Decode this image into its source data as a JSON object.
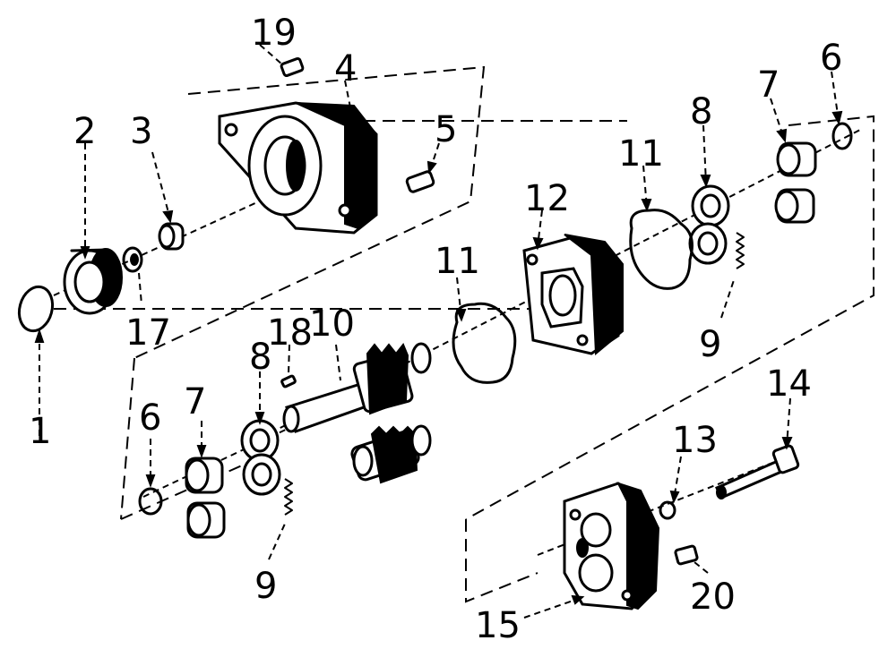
{
  "callouts": {
    "c1": "1",
    "c2": "2",
    "c3": "3",
    "c4": "4",
    "c5": "5",
    "c6a": "6",
    "c6b": "6",
    "c7a": "7",
    "c7b": "7",
    "c8a": "8",
    "c8b": "8",
    "c9a": "9",
    "c9b": "9",
    "c10": "10",
    "c11a": "11",
    "c11b": "11",
    "c12": "12",
    "c13": "13",
    "c14": "14",
    "c15": "15",
    "c17": "17",
    "c18": "18",
    "c19": "19",
    "c20": "20"
  }
}
